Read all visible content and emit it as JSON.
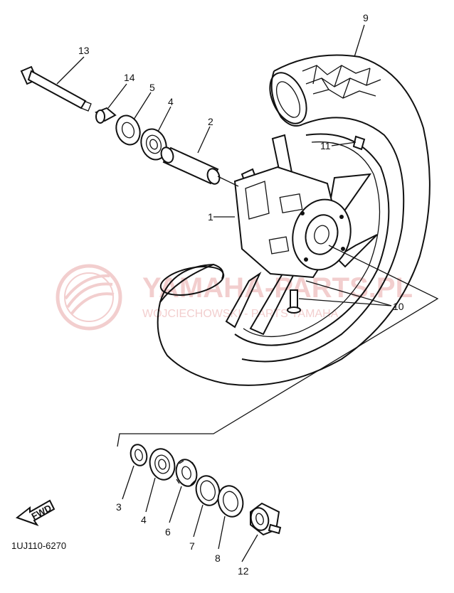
{
  "diagram": {
    "part_code": "1UJ110-6270",
    "direction_label": "FWD",
    "callouts": {
      "c1": "1",
      "c2": "2",
      "c3": "3",
      "c4a": "4",
      "c4b": "4",
      "c5": "5",
      "c6": "6",
      "c7": "7",
      "c8": "8",
      "c9": "9",
      "c10": "10",
      "c11": "11",
      "c12": "12",
      "c13": "13",
      "c14": "14"
    }
  },
  "watermark": {
    "brand_text": "YAMAHA-PARTS.PL",
    "sub_text": "WOJCIECHOWSKI - PARTS YAMAHA",
    "color": "#e06060"
  }
}
